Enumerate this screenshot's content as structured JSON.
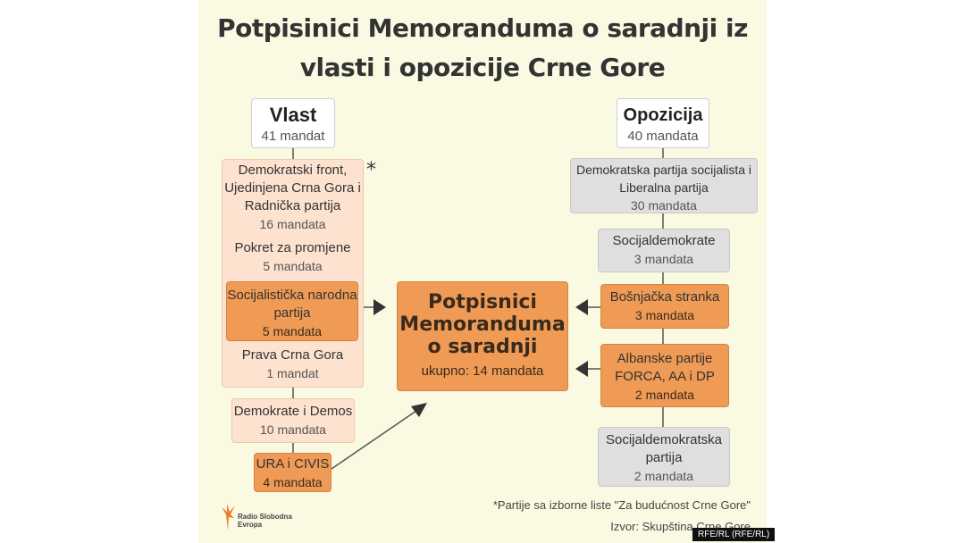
{
  "title": "Potpisinici Memoranduma o saradnji iz vlasti i opozicije Crne Gore",
  "vlast": {
    "title": "Vlast",
    "seats": "41 mandat",
    "parties": [
      {
        "name": "Demokratski front, Ujedinjena Crna Gora i Radnička partija",
        "seats": "16 mandata"
      },
      {
        "name": "Pokret za promjene",
        "seats": "5 mandata"
      },
      {
        "name": "Socijalistička narodna partija",
        "seats": "5 mandata"
      },
      {
        "name": "Prava Crna Gora",
        "seats": "1 mandat"
      },
      {
        "name": "Demokrate i Demos",
        "seats": "10 mandata"
      },
      {
        "name": "URA i CIVIS",
        "seats": "4 mandata"
      }
    ]
  },
  "opozicija": {
    "title": "Opozicija",
    "seats": "40 mandata",
    "parties": [
      {
        "name": "Demokratska partija socijalista i Liberalna partija",
        "seats": "30 mandata"
      },
      {
        "name": "Socijaldemokrate",
        "seats": "3 mandata"
      },
      {
        "name": "Bošnjačka stranka",
        "seats": "3 mandata"
      },
      {
        "name": "Albanske partije FORCA, AA i DP",
        "seats": "2 mandata"
      },
      {
        "name": "Socijaldemokratska partija",
        "seats": "2 mandata"
      }
    ]
  },
  "center": {
    "title": "Potpisnici Memoranduma o saradnji",
    "total": "ukupno: 14 mandata"
  },
  "footnote_mark": "*",
  "footnote": "*Partije sa izborne liste \"Za budućnost Crne Gore\"",
  "source": "Izvor: Skupština Crne Gore",
  "logo": {
    "line1": "Radio Slobodna",
    "line2": "Evropa"
  },
  "badge": "RFE/RL (RFE/RL)",
  "colors": {
    "background": "#fafae3",
    "highlight": "#ef9a55",
    "vlast_group": "#fde2cf",
    "opozicija": "#dfdfdf"
  }
}
